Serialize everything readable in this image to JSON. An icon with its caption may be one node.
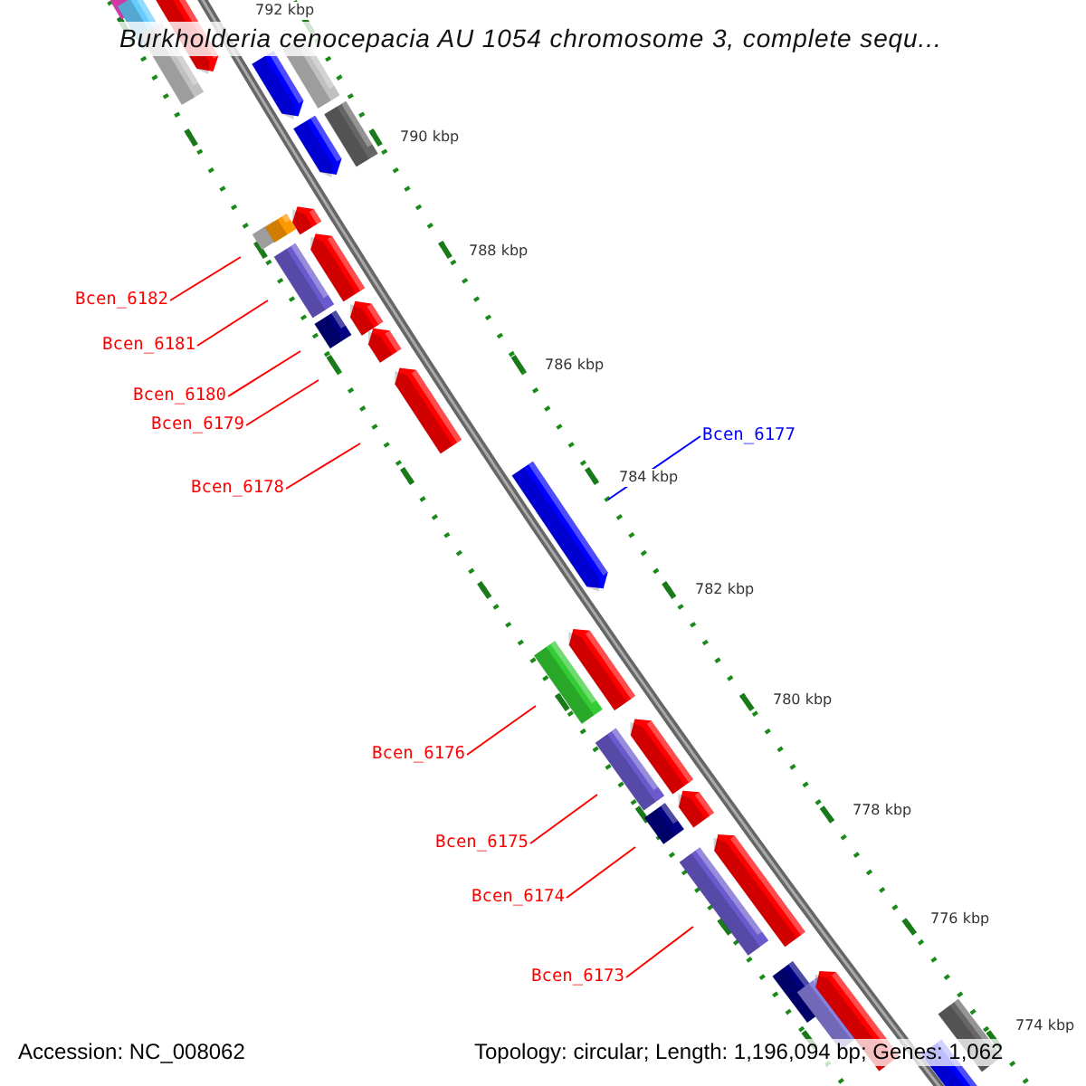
{
  "diagram": {
    "title": "Burkholderia cenocepacia AU 1054 chromosome 3, complete sequ...",
    "nodes": [
      {
        "text": [
          "Bcen_6182"
        ]
      },
      {
        "text": [
          "Bcen_6181"
        ]
      },
      {
        "text": [
          "Bcen_6180"
        ]
      },
      {
        "text": [
          "Bcen_6179"
        ]
      },
      {
        "text": [
          "Bcen_6178"
        ]
      },
      {
        "text": [
          "Bcen_6177"
        ]
      },
      {
        "text": [
          "Bcen_6176"
        ]
      },
      {
        "text": [
          "Bcen_6175"
        ]
      },
      {
        "text": [
          "Bcen_6174"
        ]
      },
      {
        "text": [
          "Bcen_6173"
        ]
      }
    ],
    "edges": [
      {
        "from": 0,
        "to": null,
        "arrow": "none"
      },
      {
        "from": 1,
        "to": null,
        "arrow": "none"
      },
      {
        "from": 2,
        "to": null,
        "arrow": "none"
      },
      {
        "from": 3,
        "to": null,
        "arrow": "none"
      },
      {
        "from": 4,
        "to": null,
        "arrow": "none"
      },
      {
        "from": 5,
        "to": null,
        "arrow": "none",
        "color": "#0000ff"
      },
      {
        "from": 6,
        "to": null,
        "arrow": "none"
      },
      {
        "from": 7,
        "to": null,
        "arrow": "none"
      },
      {
        "from": 8,
        "to": null,
        "arrow": "none"
      },
      {
        "from": 9,
        "to": null,
        "arrow": "none"
      }
    ],
    "labels": [
      "792 kbp",
      "790 kbp",
      "788 kbp",
      "786 kbp",
      "784 kbp",
      "782 kbp",
      "780 kbp",
      "778 kbp",
      "776 kbp",
      "774 kbp",
      "Accession: NC_008062",
      "Topology: circular; Length: 1,196,094 bp; Genes: 1,062"
    ]
  }
}
